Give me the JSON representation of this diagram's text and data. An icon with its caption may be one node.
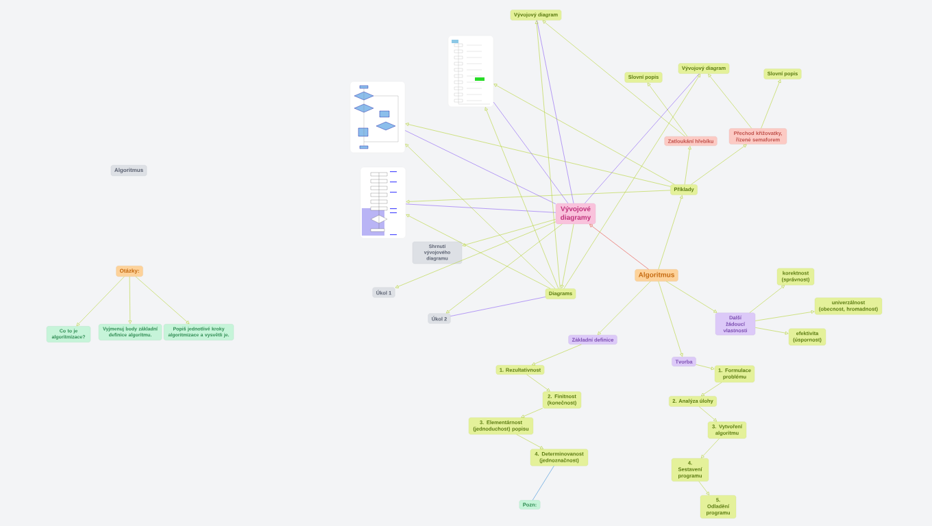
{
  "diagram": {
    "nodes": [
      {
        "text": [
          "Algoritmus"
        ]
      },
      {
        "text": [
          "Otázky:"
        ]
      },
      {
        "text": [
          "Co to je algoritmizace?"
        ]
      },
      {
        "text": [
          "Vyjmenuj body základní definice algoritmu."
        ]
      },
      {
        "text": [
          "Popiš jednotlivé kroky algoritmizace a vysvětli je."
        ]
      },
      {
        "text": [
          "Vývojový diagram"
        ]
      },
      {
        "text": [],
        "shape": "picture"
      },
      {
        "text": [],
        "shape": "picture"
      },
      {
        "text": [],
        "shape": "picture"
      },
      {
        "text": [
          "Vývojové diagramy"
        ]
      },
      {
        "text": [
          "Slovní popis"
        ]
      },
      {
        "text": [
          "Vývojový diagram"
        ]
      },
      {
        "text": [
          "Slovní popis"
        ]
      },
      {
        "text": [
          "Zatloukání hřebíku"
        ]
      },
      {
        "text": [
          "Přechod křižovatky, řízené semaforem"
        ]
      },
      {
        "text": [
          "Příklady"
        ]
      },
      {
        "text": [
          "Shrnutí vývojového diagramu"
        ]
      },
      {
        "text": [
          "Úkol 1"
        ]
      },
      {
        "text": [
          "Diagrams"
        ]
      },
      {
        "text": [
          "Úkol 2"
        ]
      },
      {
        "text": [
          "Algoritmus"
        ]
      },
      {
        "text": [
          "Základní definice"
        ]
      },
      {
        "text": [
          "1. Rezultativnost"
        ]
      },
      {
        "text": [
          "2. Finitnost (konečnost)"
        ]
      },
      {
        "text": [
          "3. Elementárnost (jednoduchost) popisu"
        ]
      },
      {
        "text": [
          "4. Determinovanost (jednoznačnost)"
        ]
      },
      {
        "text": [
          "Pozn:"
        ]
      },
      {
        "text": [
          "Tvorba"
        ]
      },
      {
        "text": [
          "1. Formulace problému"
        ]
      },
      {
        "text": [
          "2. Analýza úlohy"
        ]
      },
      {
        "text": [
          "3. Vytvoření algoritmu"
        ]
      },
      {
        "text": [
          "4. Sestavení programu"
        ]
      },
      {
        "text": [
          "5. Odladění programu"
        ]
      },
      {
        "text": [
          "Další žádoucí vlastnosti"
        ]
      },
      {
        "text": [
          "korektnost (správnost)"
        ]
      },
      {
        "text": [
          "univerzálnost (obecnost, hromadnost)"
        ]
      },
      {
        "text": [
          "efektivita (úspornost)"
        ]
      }
    ],
    "edges": [
      {
        "from": 1,
        "to": 2,
        "arrow": "to"
      },
      {
        "from": 1,
        "to": 3,
        "arrow": "to"
      },
      {
        "from": 1,
        "to": 4,
        "arrow": "to"
      },
      {
        "from": 20,
        "to": 9,
        "arrow": "to",
        "color": "#e8473c"
      },
      {
        "from": 20,
        "to": 15,
        "arrow": "to"
      },
      {
        "from": 20,
        "to": 21,
        "arrow": "to"
      },
      {
        "from": 20,
        "to": 27,
        "arrow": "to"
      },
      {
        "from": 20,
        "to": 33,
        "arrow": "to"
      },
      {
        "from": 21,
        "to": 22,
        "arrow": "to"
      },
      {
        "from": 22,
        "to": 23,
        "arrow": "to"
      },
      {
        "from": 23,
        "to": 24,
        "arrow": "to"
      },
      {
        "from": 24,
        "to": 25,
        "arrow": "to"
      },
      {
        "from": 25,
        "to": 26,
        "arrow": "none",
        "color": "#3b8fd9"
      },
      {
        "from": 27,
        "to": 28,
        "arrow": "to"
      },
      {
        "from": 28,
        "to": 29,
        "arrow": "to"
      },
      {
        "from": 29,
        "to": 30,
        "arrow": "to"
      },
      {
        "from": 30,
        "to": 31,
        "arrow": "to"
      },
      {
        "from": 31,
        "to": 32,
        "arrow": "to"
      },
      {
        "from": 33,
        "to": 34,
        "arrow": "to"
      },
      {
        "from": 33,
        "to": 35,
        "arrow": "to"
      },
      {
        "from": 33,
        "to": 36,
        "arrow": "to"
      },
      {
        "from": 15,
        "to": 13,
        "arrow": "to"
      },
      {
        "from": 15,
        "to": 14,
        "arrow": "to"
      },
      {
        "from": 13,
        "to": 10,
        "arrow": "to"
      },
      {
        "from": 13,
        "to": 5,
        "arrow": "to"
      },
      {
        "from": 14,
        "to": 11,
        "arrow": "to"
      },
      {
        "from": 14,
        "to": 12,
        "arrow": "to"
      },
      {
        "from": 15,
        "to": 7,
        "arrow": "to"
      },
      {
        "from": 15,
        "to": 6,
        "arrow": "to"
      },
      {
        "from": 15,
        "to": 8,
        "arrow": "to"
      },
      {
        "from": 9,
        "to": 7,
        "arrow": "none",
        "color": "#8a5cf5"
      },
      {
        "from": 9,
        "to": 8,
        "arrow": "none",
        "color": "#8a5cf5"
      },
      {
        "from": 9,
        "to": 6,
        "arrow": "none",
        "color": "#8a5cf5"
      },
      {
        "from": 9,
        "to": 5,
        "arrow": "none",
        "color": "#8a5cf5"
      },
      {
        "from": 9,
        "to": 11,
        "arrow": "none",
        "color": "#8a5cf5"
      },
      {
        "from": 18,
        "to": 19,
        "arrow": "none",
        "color": "#8a5cf5"
      },
      {
        "from": 18,
        "to": 7,
        "arrow": "to"
      },
      {
        "from": 18,
        "to": 8,
        "arrow": "to"
      },
      {
        "from": 18,
        "to": 6,
        "arrow": "to"
      },
      {
        "from": 18,
        "to": 5,
        "arrow": "to"
      },
      {
        "from": 18,
        "to": 11,
        "arrow": "to"
      },
      {
        "from": 9,
        "to": 18,
        "arrow": "to"
      },
      {
        "from": 9,
        "to": 17,
        "arrow": "to"
      },
      {
        "from": 9,
        "to": 19,
        "arrow": "to"
      },
      {
        "from": 9,
        "to": 16,
        "arrow": "to"
      }
    ]
  }
}
